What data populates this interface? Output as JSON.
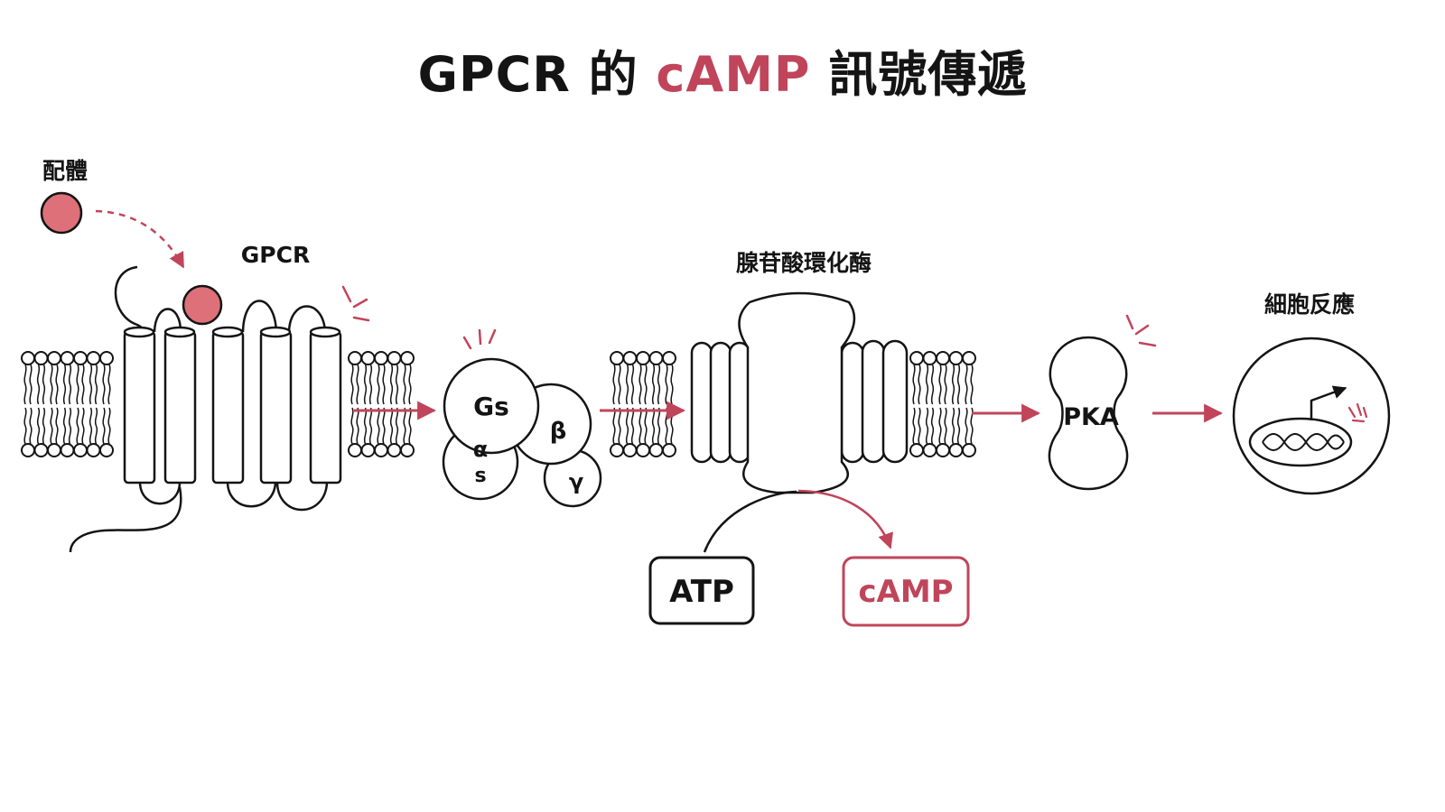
{
  "title": {
    "part1": "GPCR 的 ",
    "accent": "cAMP",
    "part2": " 訊號傳遞"
  },
  "labels": {
    "ligand": "配體",
    "gpcr": "GPCR",
    "adenylyl_cyclase": "腺苷酸環化酶",
    "cell_response": "細胞反應"
  },
  "g_protein": {
    "gs": "Gs",
    "alpha": "α",
    "s": "s",
    "beta": "β",
    "gamma": "γ"
  },
  "molecules": {
    "atp": "ATP",
    "camp": "cAMP",
    "pka": "PKA"
  },
  "colors": {
    "accent": "#c0455a",
    "ligand_fill": "#dd7078",
    "line": "#141414"
  }
}
